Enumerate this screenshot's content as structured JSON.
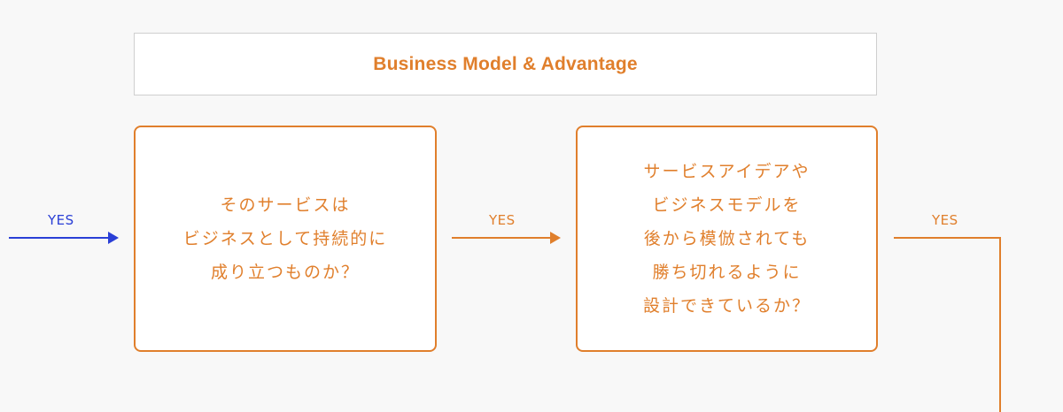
{
  "colors": {
    "accent": "#e07f2c",
    "entry_arrow": "#2a3fd6",
    "background": "#f8f8f8",
    "header_border": "#cfcfcf"
  },
  "header": {
    "title": "Business Model & Advantage"
  },
  "steps": [
    {
      "lines": [
        "そのサービスは",
        "ビジネスとして持続的に",
        "成り立つものか？"
      ]
    },
    {
      "lines": [
        "サービスアイデアや",
        "ビジネスモデルを",
        "後から模倣されても",
        "勝ち切れるように",
        "設計できているか？"
      ]
    }
  ],
  "connectors": {
    "incoming_label": "YES",
    "between_label": "YES",
    "outgoing_label": "YES"
  }
}
